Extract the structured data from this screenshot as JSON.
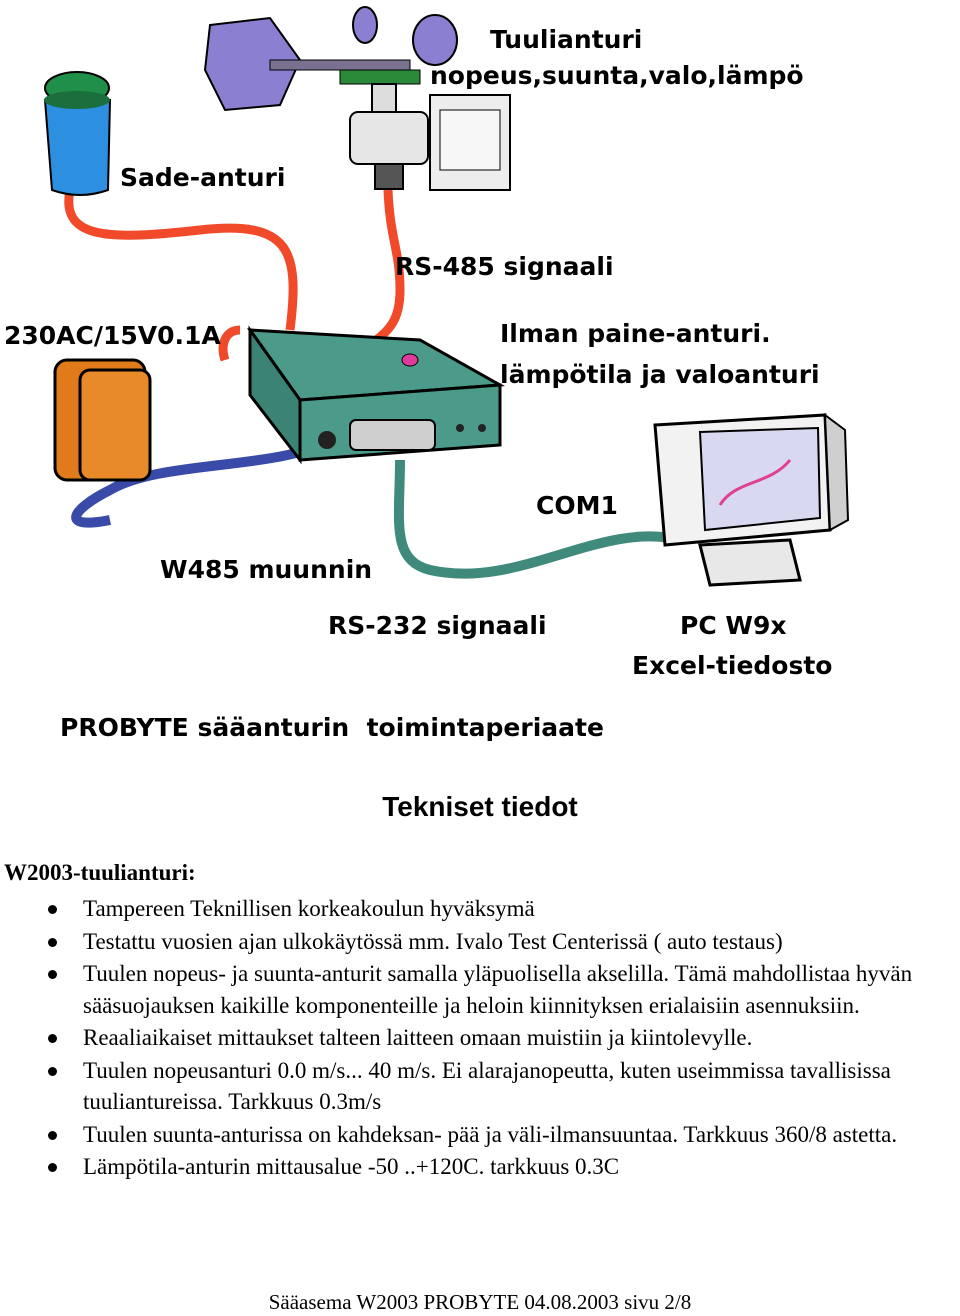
{
  "diagram": {
    "labels": {
      "tuulianturi": "Tuulianturi",
      "tuulianturi_sub": "nopeus,suunta,valo,lämpö",
      "sade": "Sade-anturi",
      "rs485": "RS-485 signaali",
      "power": "230AC/15V0.1A",
      "ilman1": "Ilman paine-anturi.",
      "ilman2": "lämpötila ja valoanturi",
      "com1": "COM1",
      "w485": "W485 muunnin",
      "rs232": "RS-232 signaali",
      "pc": "PC W9x",
      "excel": "Excel-tiedosto",
      "caption": "PROBYTE sääanturin  toimintaperiaate"
    },
    "colors": {
      "cable_red": "#f04a2a",
      "cable_blue": "#3a4aa8",
      "cable_green": "#3f8a7a",
      "box": "#4b9a8a",
      "box_dark": "#2e6f63",
      "rain_blue": "#2c8fe0",
      "rain_green": "#1f8f4a",
      "anemometer": "#8a7fd0",
      "adapter": "#e07a1a",
      "led": "#e03aa0"
    }
  },
  "heading": "Tekniset tiedot",
  "section_title": "W2003-tuulianturi:",
  "items": [
    "Tampereen Teknillisen korkeakoulun hyväksymä",
    "Testattu vuosien ajan ulkokäytössä mm. Ivalo Test Centerissä ( auto testaus)",
    "Tuulen nopeus- ja suunta-anturit samalla yläpuolisella akselilla. Tämä mahdollistaa hyvän sääsuojauksen kaikille komponenteille ja heloin kiinnityksen erialaisiin asennuksiin.",
    "Reaaliaikaiset mittaukset talteen laitteen omaan muistiin ja kiintolevylle.",
    "Tuulen nopeusanturi 0.0 m/s... 40 m/s. Ei alarajanopeutta, kuten useimmissa tavallisissa tuuliantureissa. Tarkkuus 0.3m/s",
    "Tuulen suunta-anturissa on kahdeksan- pää ja väli-ilmansuuntaa. Tarkkuus 360/8 astetta.",
    "Lämpötila-anturin mittausalue  -50 ..+120C. tarkkuus 0.3C"
  ],
  "footer": "Sääasema W2003 PROBYTE 04.08.2003 sivu 2/8"
}
